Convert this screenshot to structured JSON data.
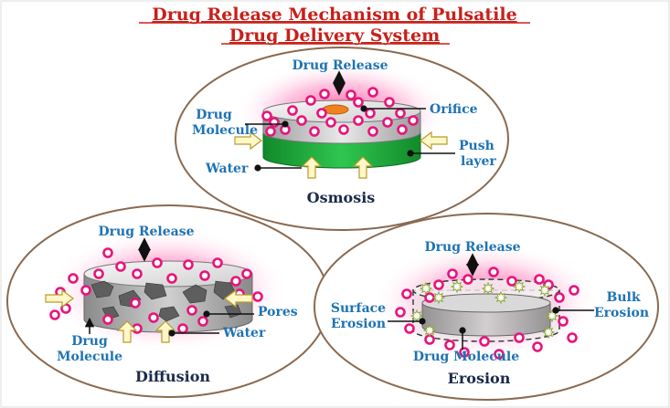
{
  "title": {
    "line1": "Drug Release Mechanism of Pulsatile",
    "line2": "Drug Delivery System"
  },
  "osmosis": {
    "caption": "Osmosis",
    "drug_release": "Drug Release",
    "orifice": "Orifice",
    "drug": "Drug",
    "molecule": "Molecule",
    "push": "Push",
    "layer": "layer",
    "water": "Water"
  },
  "diffusion": {
    "caption": "Diffusion",
    "drug_release": "Drug Release",
    "pores": "Pores",
    "water": "Water",
    "drug": "Drug",
    "molecule": "Molecule"
  },
  "erosion": {
    "caption": "Erosion",
    "drug_release": "Drug Release",
    "surface": "Surface",
    "surface_erosion": "Erosion",
    "bulk": "Bulk",
    "bulk_erosion": "Erosion",
    "drug_molecule": "Drug Molecule"
  },
  "colors": {
    "label": "#1e73b4",
    "title": "#c8201a",
    "caption": "#1b2a4a",
    "drug": "#e8137d",
    "push_layer": "#1faa3a",
    "orifice": "#f0821e",
    "glow": "#ff4aa0",
    "arrow": "#f0e6a0"
  }
}
